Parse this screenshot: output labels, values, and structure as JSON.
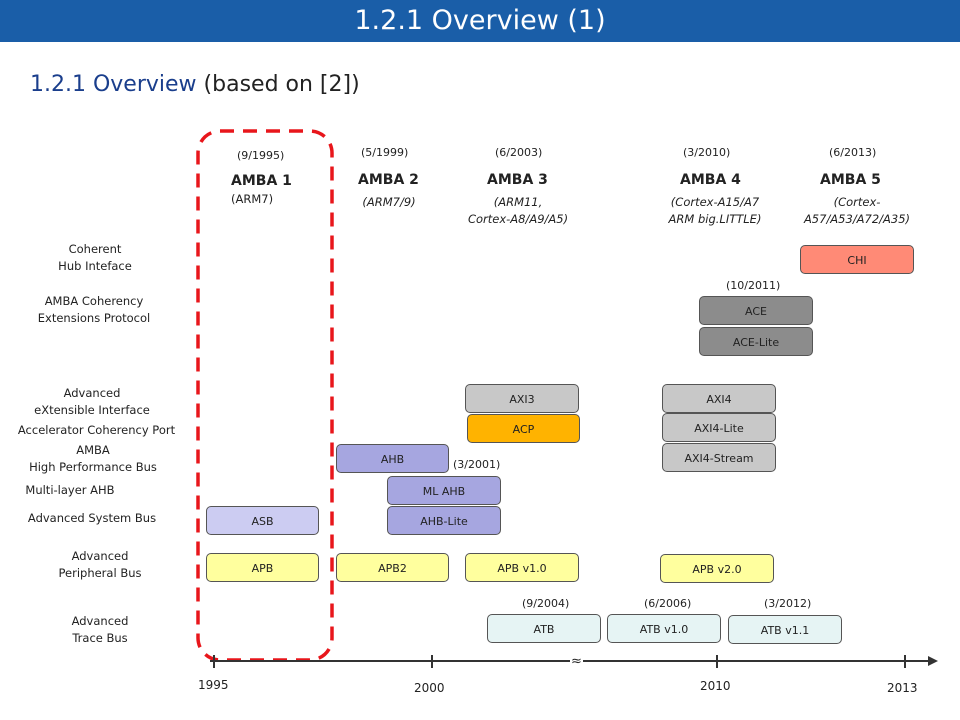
{
  "header": {
    "title": "1.2.1 Overview (1)"
  },
  "subtitle": {
    "main": "1.2.1 Overview",
    "rest": " (based on [2])"
  },
  "row_labels": {
    "chi": "Coherent\nHub Inteface",
    "ace": "AMBA Coherency\nExtensions Protocol",
    "axi": "Advanced\neXtensible Interface",
    "acp": "Accelerator Coherency Port",
    "ahb": "AMBA\nHigh Performance Bus",
    "mlahb": "Multi-layer AHB",
    "asb": "Advanced System Bus",
    "apb": "Advanced\nPeripheral Bus",
    "atb": "Advanced\nTrace Bus"
  },
  "generations": [
    {
      "date": "(9/1995)",
      "name": "AMBA 1",
      "cores": "(ARM7)"
    },
    {
      "date": "(5/1999)",
      "name": "AMBA 2",
      "cores": "(ARM7/9)"
    },
    {
      "date": "(6/2003)",
      "name": "AMBA 3",
      "cores": "(ARM11,\nCortex-A8/A9/A5)"
    },
    {
      "date": "(3/2010)",
      "name": "AMBA 4",
      "cores": "(Cortex-A15/A7\nARM big.LITTLE)"
    },
    {
      "date": "(6/2013)",
      "name": "AMBA 5",
      "cores": "(Cortex-\nA57/A53/A72/A35)"
    }
  ],
  "boxes": {
    "chi": "CHI",
    "ace": "ACE",
    "ace_lite": "ACE-Lite",
    "axi3": "AXI3",
    "acp": "ACP",
    "axi4": "AXI4",
    "axi4_lite": "AXI4-Lite",
    "axi4_stream": "AXI4-Stream",
    "ahb": "AHB",
    "ml_ahb": "ML AHB",
    "ahb_lite": "AHB-Lite",
    "asb": "ASB",
    "apb": "APB",
    "apb2": "APB2",
    "apb_v1": "APB v1.0",
    "apb_v2": "APB v2.0",
    "atb": "ATB",
    "atb_v1": "ATB v1.0",
    "atb_v11": "ATB v1.1"
  },
  "annotations": {
    "ace_date": "(10/2011)",
    "ahb_lite_date": "(3/2001)",
    "atb_date": "(9/2004)",
    "atb_v1_date": "(6/2006)",
    "atb_v11_date": "(3/2012)"
  },
  "timeline": {
    "ticks": [
      "1995",
      "2000",
      "2010",
      "2013"
    ],
    "break_mark": "≈"
  },
  "colors": {
    "banner": "#1a5ea8",
    "highlight_dash": "#e8161b",
    "apb": "#ffff9e",
    "ahb": "#a6a6e0",
    "asb": "#ccccf2",
    "axi": "#c8c8c8",
    "ace": "#8c8c8c",
    "acp": "#ffb300",
    "chi": "#ff8a76",
    "atb": "#e6f4f4"
  }
}
